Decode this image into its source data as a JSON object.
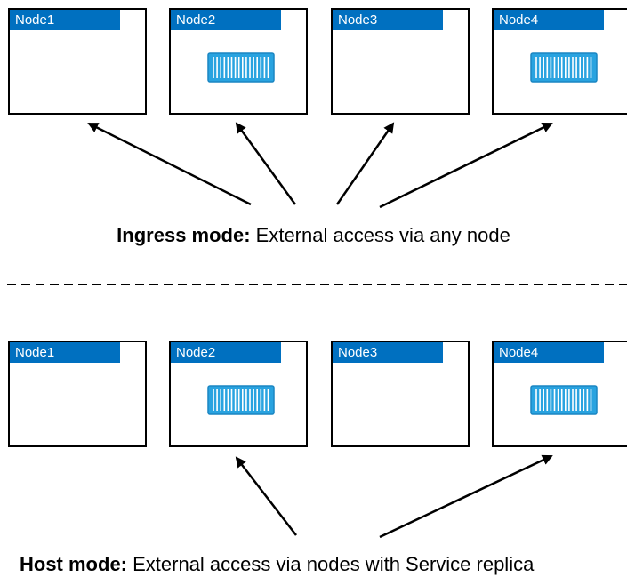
{
  "colors": {
    "node_label_bg": "#0070c0",
    "container": "#29a3e0",
    "border": "#000000"
  },
  "ingress": {
    "nodes": [
      {
        "label": "Node1",
        "has_container": false
      },
      {
        "label": "Node2",
        "has_container": true
      },
      {
        "label": "Node3",
        "has_container": false
      },
      {
        "label": "Node4",
        "has_container": true
      }
    ],
    "caption_bold": "Ingress mode:",
    "caption_text": " External access via any node"
  },
  "host": {
    "nodes": [
      {
        "label": "Node1",
        "has_container": false
      },
      {
        "label": "Node2",
        "has_container": true
      },
      {
        "label": "Node3",
        "has_container": false
      },
      {
        "label": "Node4",
        "has_container": true
      }
    ],
    "caption_bold": "Host mode:",
    "caption_text": " External access via nodes with Service replica"
  },
  "icons": {
    "container": "container-icon",
    "arrow": "arrow-icon"
  }
}
